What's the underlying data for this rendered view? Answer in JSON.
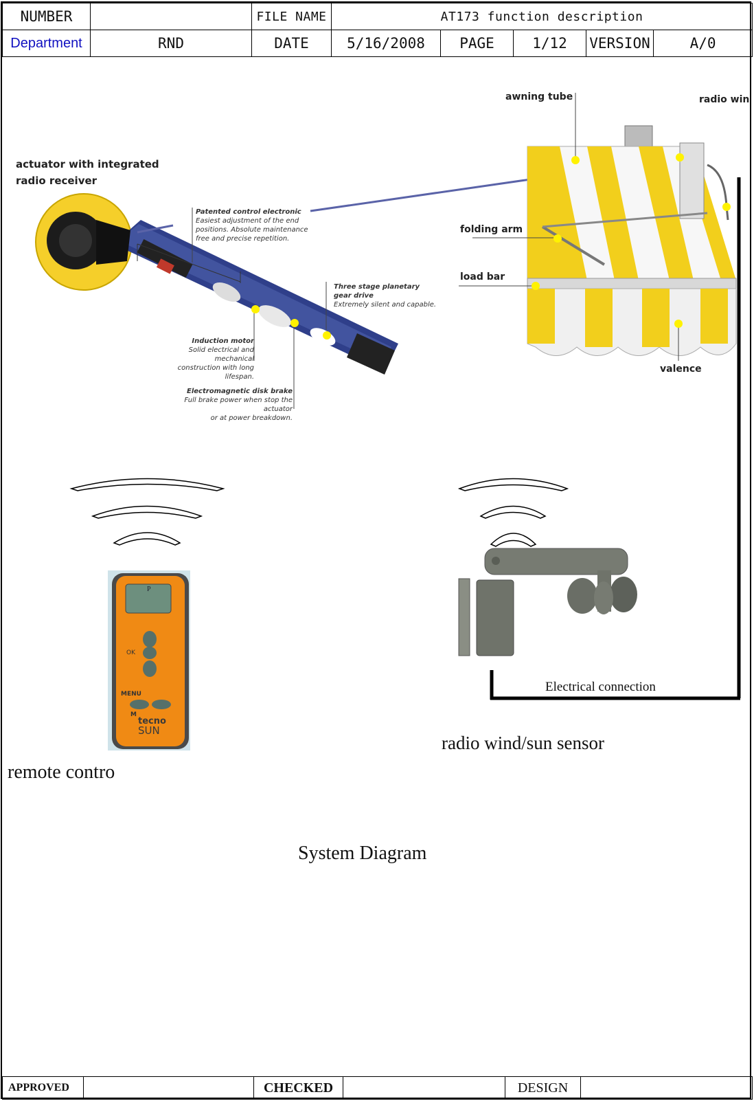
{
  "header": {
    "number_label": "NUMBER",
    "number_value": "",
    "filename_label": "FILE NAME",
    "filename_value": "AT173 function description",
    "department_label": "Department",
    "department_value": "RND",
    "date_label": "DATE",
    "date_value": "5/16/2008",
    "page_label": "PAGE",
    "page_value": "1/12",
    "version_label": "VERSION",
    "version_value": "A/0"
  },
  "illustration": {
    "actuator_title_line1": "actuator with integrated",
    "actuator_title_line2": "radio receiver",
    "patented_title": "Patented control electronic",
    "patented_l1": "Easiest adjustment of the end",
    "patented_l2": "positions. Absolute maintenance",
    "patented_l3": "free and precise repetition.",
    "gear_title_l1": "Three stage planetary",
    "gear_title_l2": "gear drive",
    "gear_desc": "Extremely silent and capable.",
    "motor_title": "Induction motor",
    "motor_l1": "Solid electrical and mechanical",
    "motor_l2": "construction with long lifespan.",
    "brake_title": "Electromagnetic disk brake",
    "brake_l1": "Full brake power when stop the actuator",
    "brake_l2": "or at power breakdown.",
    "awning_tube": "awning tube",
    "radio_win": "radio win",
    "folding_arm": "folding arm",
    "load_bar": "load bar",
    "valence": "valence"
  },
  "remote": {
    "display_char": "P",
    "ok_label": "OK",
    "menu_label": "MENU",
    "m_label": "M",
    "brand_line1": "tecno",
    "brand_line2": "SUN"
  },
  "captions": {
    "electrical_connection": "Electrical connection",
    "sensor": "radio wind/sun sensor",
    "remote": "remote contro",
    "diagram_title": "System Diagram"
  },
  "footer": {
    "approved_label": "APPROVED",
    "checked_label": "CHECKED",
    "design_label": "DESIGN"
  },
  "colors": {
    "department_text": "#1010c0",
    "awning_yellow": "#f2cf1c",
    "motor_blue": "#2f3f8a",
    "remote_orange": "#f08a14",
    "marker_yellow": "#fff200"
  }
}
